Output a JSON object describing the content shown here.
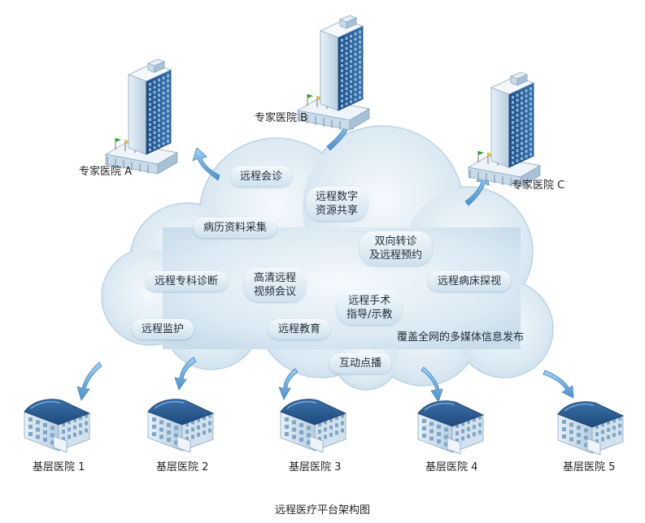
{
  "expert_hospitals": [
    {
      "id": "a",
      "label": "专家医院  A"
    },
    {
      "id": "b",
      "label": "专家医院  B"
    },
    {
      "id": "c",
      "label": "专家医院  C"
    }
  ],
  "cloud_services": [
    {
      "id": "remote-consultation",
      "lines": [
        "远程会诊"
      ]
    },
    {
      "id": "digital-resource-sharing",
      "lines": [
        "远程数字",
        "资源共享"
      ]
    },
    {
      "id": "medical-record-collection",
      "lines": [
        "病历资料采集"
      ]
    },
    {
      "id": "referral-appointment",
      "lines": [
        "双向转诊",
        "及远程预约"
      ]
    },
    {
      "id": "remote-specialist-diagnosis",
      "lines": [
        "远程专科诊断"
      ]
    },
    {
      "id": "hd-video-conference",
      "lines": [
        "高清远程",
        "视频会议"
      ]
    },
    {
      "id": "remote-ward-visit",
      "lines": [
        "远程病床探视"
      ]
    },
    {
      "id": "remote-surgery-guidance",
      "lines": [
        "远程手术",
        "指导/示教"
      ]
    },
    {
      "id": "remote-monitoring",
      "lines": [
        "远程监护"
      ]
    },
    {
      "id": "remote-education",
      "lines": [
        "远程教育"
      ]
    },
    {
      "id": "multimedia-publishing",
      "lines": [
        "覆盖全网的多媒体信息发布"
      ]
    },
    {
      "id": "interactive-vod",
      "lines": [
        "互动点播"
      ]
    }
  ],
  "primary_hospitals": [
    {
      "id": "1",
      "label": "基层医院  1"
    },
    {
      "id": "2",
      "label": "基层医院  2"
    },
    {
      "id": "3",
      "label": "基层医院  3"
    },
    {
      "id": "4",
      "label": "基层医院  4"
    },
    {
      "id": "5",
      "label": "基层医院  5"
    }
  ],
  "caption": "远程医疗平台架构图",
  "colors": {
    "cloud_fill": "#dceaf4",
    "cloud_edge": "#bcd3e3",
    "arrow": "#6fa8d6",
    "building_blue": "#2d5f96",
    "building_glass": "#9cc7e8"
  }
}
